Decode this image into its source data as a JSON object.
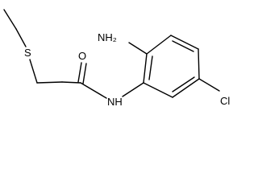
{
  "molecule": {
    "atoms": {
      "S": "S",
      "O": "O",
      "NH_amide": "NH",
      "NH2": "NH₂",
      "Cl": "Cl"
    },
    "colors": {
      "bond": "#000000",
      "label": "#000000",
      "background": "#ffffff"
    }
  }
}
